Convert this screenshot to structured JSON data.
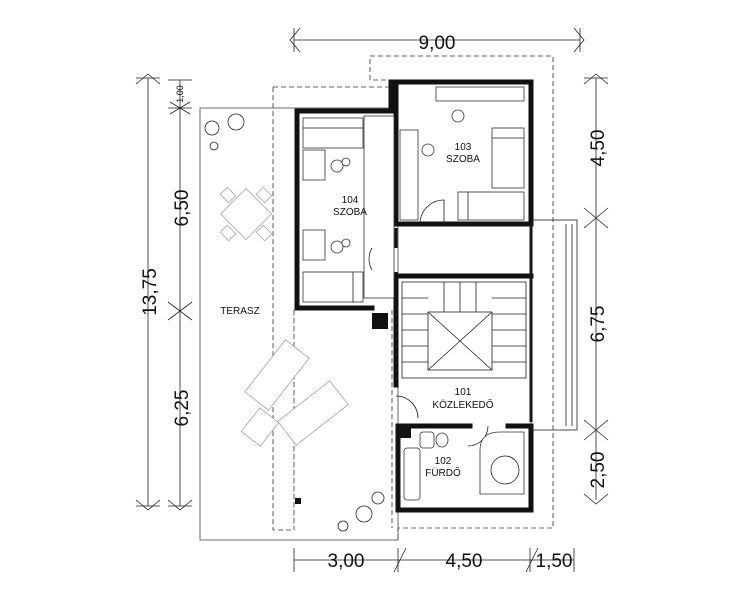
{
  "rooms": {
    "r103": {
      "number": "103",
      "name": "SZOBA"
    },
    "r104": {
      "number": "104",
      "name": "SZOBA"
    },
    "r101": {
      "number": "101",
      "name": "KÖZLEKEDŐ"
    },
    "r102": {
      "number": "102",
      "name": "FÜRDŐ"
    },
    "terrace": {
      "name": "TERASZ"
    }
  },
  "dimensions": {
    "top_total": "9,00",
    "bottom_a": "3,00",
    "bottom_b": "4,50",
    "bottom_c": "1,50",
    "left_total": "13,75",
    "left_upper": "6,50",
    "left_lower": "6,25",
    "left_small": "1,00",
    "right_a": "4,50",
    "right_b": "6,75",
    "right_c": "2,50"
  }
}
